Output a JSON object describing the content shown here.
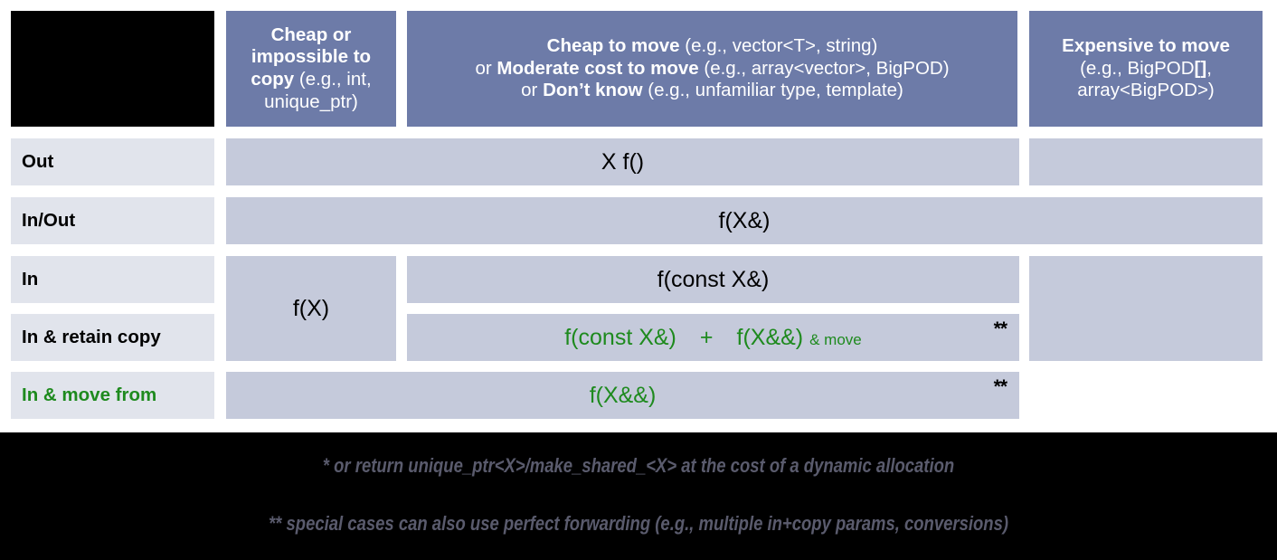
{
  "title_cell": "",
  "columns": [
    {
      "id": "col-cheap-copy",
      "lines": [
        {
          "bold": "Cheap or impossible to copy",
          "rest": " (e.g., int, unique_ptr)"
        }
      ],
      "text": "Cheap or impossible to copy (e.g., int, unique_ptr)"
    },
    {
      "id": "col-cheap-move",
      "lines": [
        {
          "bold": "Cheap to move",
          "rest": " (e.g., vector<T>, string)"
        },
        {
          "prefix": "or ",
          "bold": "Moderate cost to move",
          "rest": " (e.g., array<vector>, BigPOD)"
        },
        {
          "prefix": "or ",
          "bold": "Don’t know",
          "rest": " (e.g., unfamiliar type, template)"
        }
      ],
      "text": "Cheap to move (e.g., vector<T>, string) or Moderate cost to move (e.g., array<vector>, BigPOD) or Don’t know (e.g., unfamiliar type, template)"
    },
    {
      "id": "col-expensive-move",
      "lines": [
        {
          "bold": "Expensive to move",
          "rest": ""
        },
        {
          "rest": "(e.g., BigPOD[],"
        },
        {
          "rest": "array<BigPOD>)"
        }
      ],
      "text": "Expensive to move (e.g., BigPOD[], array<BigPOD>)"
    }
  ],
  "rows": [
    {
      "id": "row-out",
      "label": "Out",
      "label_green": false
    },
    {
      "id": "row-inout",
      "label": "In/Out",
      "label_green": false
    },
    {
      "id": "row-in",
      "label": "In",
      "label_green": false
    },
    {
      "id": "row-in-retain-copy",
      "label": "In & retain copy",
      "label_green": false
    },
    {
      "id": "row-in-move-from",
      "label": "In & move from",
      "label_green": true
    }
  ],
  "cells": {
    "out_span": "X f()",
    "inout_span": "f(X&)",
    "in_cheapcopy": "f(X)",
    "in_cheapmove": "f(const X&)",
    "retain_copy_a": "f(const X&)",
    "retain_copy_plus": "+",
    "retain_copy_b": "f(X&&)",
    "retain_copy_suffix": "& move",
    "retain_copy_star": "**",
    "move_from": "f(X&&)",
    "move_from_star": "**"
  },
  "footnotes": {
    "single_star": "* or return unique_ptr<X>/make_shared_<X> at the cost of a dynamic allocation",
    "double_star": "** special cases can also use perfect forwarding (e.g., multiple in+copy params, conversions)"
  },
  "colors": {
    "header_fill": "#6d7ba8",
    "cell_fill": "#c5cadb",
    "row_label_fill": "#e1e4ec",
    "green": "#1e8a1e",
    "footer_bg": "#000000",
    "footnote_text": "#5a5b6d"
  }
}
